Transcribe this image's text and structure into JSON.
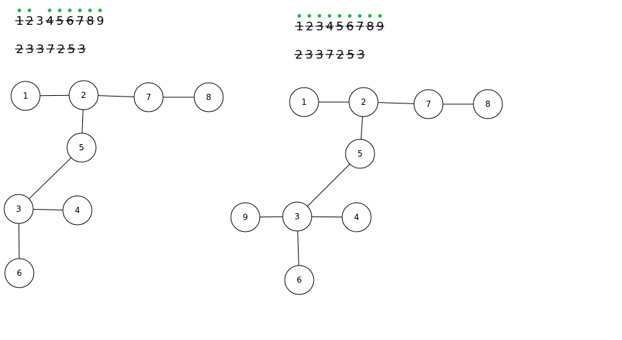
{
  "colors": {
    "dot": "#22b14c",
    "ink": "#000000",
    "background": "#ffffff"
  },
  "panels": [
    {
      "sequence_top": [
        "1",
        "2",
        "3",
        "4",
        "5",
        "6",
        "7",
        "8",
        "9"
      ],
      "sequence_top_struck": [
        true,
        true,
        false,
        true,
        true,
        true,
        true,
        true,
        false
      ],
      "sequence_top_dotted": [
        true,
        true,
        false,
        true,
        true,
        true,
        true,
        true,
        true
      ],
      "sequence_bottom": [
        "2",
        "3",
        "3",
        "7",
        "2",
        "5",
        "3"
      ],
      "sequence_bottom_struck": [
        true,
        true,
        true,
        true,
        true,
        true,
        true
      ],
      "nodes": [
        {
          "label": "1"
        },
        {
          "label": "2"
        },
        {
          "label": "7"
        },
        {
          "label": "8"
        },
        {
          "label": "5"
        },
        {
          "label": "3"
        },
        {
          "label": "4"
        },
        {
          "label": "6"
        }
      ],
      "edges": [
        [
          "1",
          "2"
        ],
        [
          "2",
          "7"
        ],
        [
          "7",
          "8"
        ],
        [
          "2",
          "5"
        ],
        [
          "5",
          "3"
        ],
        [
          "3",
          "4"
        ],
        [
          "3",
          "6"
        ]
      ]
    },
    {
      "sequence_top": [
        "1",
        "2",
        "3",
        "4",
        "5",
        "6",
        "7",
        "8",
        "9"
      ],
      "sequence_top_struck": [
        true,
        true,
        true,
        true,
        true,
        true,
        true,
        true,
        true
      ],
      "sequence_top_dotted": [
        true,
        true,
        true,
        true,
        true,
        true,
        true,
        true,
        true
      ],
      "sequence_bottom": [
        "2",
        "3",
        "3",
        "7",
        "2",
        "5",
        "3"
      ],
      "sequence_bottom_struck": [
        true,
        true,
        true,
        true,
        true,
        true,
        true
      ],
      "nodes": [
        {
          "label": "1"
        },
        {
          "label": "2"
        },
        {
          "label": "7"
        },
        {
          "label": "8"
        },
        {
          "label": "5"
        },
        {
          "label": "9"
        },
        {
          "label": "3"
        },
        {
          "label": "4"
        },
        {
          "label": "6"
        }
      ],
      "edges": [
        [
          "1",
          "2"
        ],
        [
          "2",
          "7"
        ],
        [
          "7",
          "8"
        ],
        [
          "2",
          "5"
        ],
        [
          "5",
          "3"
        ],
        [
          "9",
          "3"
        ],
        [
          "3",
          "4"
        ],
        [
          "3",
          "6"
        ]
      ]
    }
  ]
}
